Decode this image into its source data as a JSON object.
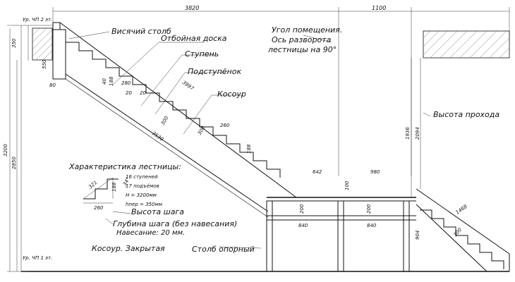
{
  "labels": {
    "hanging_post": "Висячий столб",
    "bump_board": "Отбойная доска",
    "step": "Ступень",
    "riser": "Подступёнок",
    "stringer": "Косоур",
    "room_corner_line1": "Угол помещения.",
    "room_corner_line2": "Ось разворота",
    "room_corner_line3": "лестницы на 90°",
    "passage_height": "Высота прохода",
    "support_post": "Столб опорный",
    "step_height": "Высота шага",
    "step_depth": "Глубина шага (без навесания)",
    "overhang": "Навесание: 20 мм.",
    "stringer_closed": "Косоур. Закрытая",
    "level_top": "Ур. ЧП 2 эт.",
    "level_bottom": "Ур. ЧП 1 эт."
  },
  "characteristics": {
    "title": "Характеристика лестницы:",
    "lines": [
      "16 ступеней",
      "17 подъёмов",
      "H = 3200мм",
      "hпер = 350мм"
    ]
  },
  "dimensions": {
    "d3820": "3820",
    "d1100": "1100",
    "d350": "350",
    "d550": "550",
    "d80": "80",
    "d40": "40",
    "d188a": "188",
    "d280": "280",
    "d20a": "20",
    "d20b": "20",
    "d3997": "3997",
    "d300a": "300",
    "d300b": "300",
    "d260": "260",
    "d188b": "188",
    "d3530": "3530",
    "d3200": "3200",
    "d2850": "2850",
    "d1936": "1936",
    "d2094": "2094",
    "d642": "642",
    "d980": "980",
    "d100": "100",
    "d200a": "200",
    "d200b": "200",
    "d840a": "840",
    "d840b": "840",
    "d1468": "1468",
    "d904": "904",
    "d300c": "300",
    "tri_321": "321",
    "tri_188": "188",
    "tri_34": "34°",
    "tri_260": "260"
  }
}
